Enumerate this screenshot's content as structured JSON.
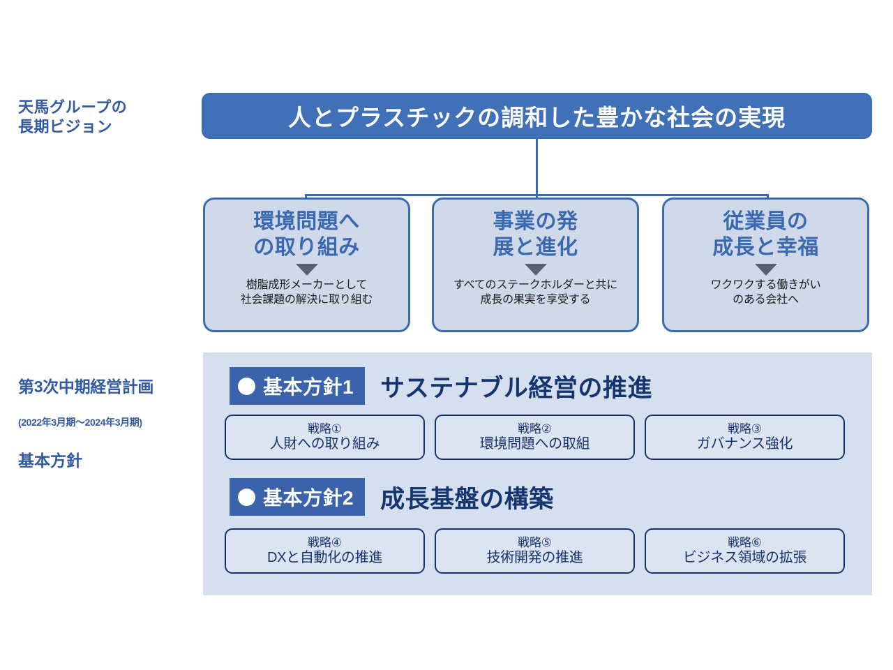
{
  "labels": {
    "vision": "天馬グループの\n長期ビジョン",
    "plan_main": "第3次中期経営計画",
    "plan_period": "(2022年3月期～2024年3月期)",
    "plan_main2": "基本方針"
  },
  "vision": {
    "banner": "人とプラスチックの調和した豊かな社会の実現",
    "pillars": [
      {
        "heading": "環境問題へ\nの取り組み",
        "arrow": "down-triangle",
        "description": "樹脂成形メーカーとして\n社会課題の解決に取り組む"
      },
      {
        "heading": "事業の発\n展と進化",
        "arrow": "down-triangle",
        "description": "すべてのステークホルダーと共に\n成長の果実を享受する"
      },
      {
        "heading": "従業員の\n成長と幸福",
        "arrow": "down-triangle",
        "description": "ワクワクする働きがい\nのある会社へ"
      }
    ]
  },
  "plan": {
    "policies": [
      {
        "badge": "基本方針1",
        "title": "サステナブル経営の推進",
        "strategies": [
          {
            "num": "戦略①",
            "text": "人財への取り組み"
          },
          {
            "num": "戦略②",
            "text": "環境問題への取組"
          },
          {
            "num": "戦略③",
            "text": "ガバナンス強化"
          }
        ]
      },
      {
        "badge": "基本方針2",
        "title": "成長基盤の構築",
        "strategies": [
          {
            "num": "戦略④",
            "text": "DXと自動化の推進"
          },
          {
            "num": "戦略⑤",
            "text": "技術開発の推進"
          },
          {
            "num": "戦略⑥",
            "text": "ビジネス領域の拡張"
          }
        ]
      }
    ]
  },
  "colors": {
    "banner_blue": "#4071B8",
    "pillar_fill": "#CFD9EA",
    "pillar_border": "#3A6AAF",
    "panel_fill": "#D5DFEF",
    "badge_blue": "#3A63AB",
    "title_navy": "#14356E",
    "strategy_border": "#17316B",
    "strategy_fill": "#DCE4F2",
    "label_blue": "#33599F",
    "arrow_gray": "#56626F"
  }
}
